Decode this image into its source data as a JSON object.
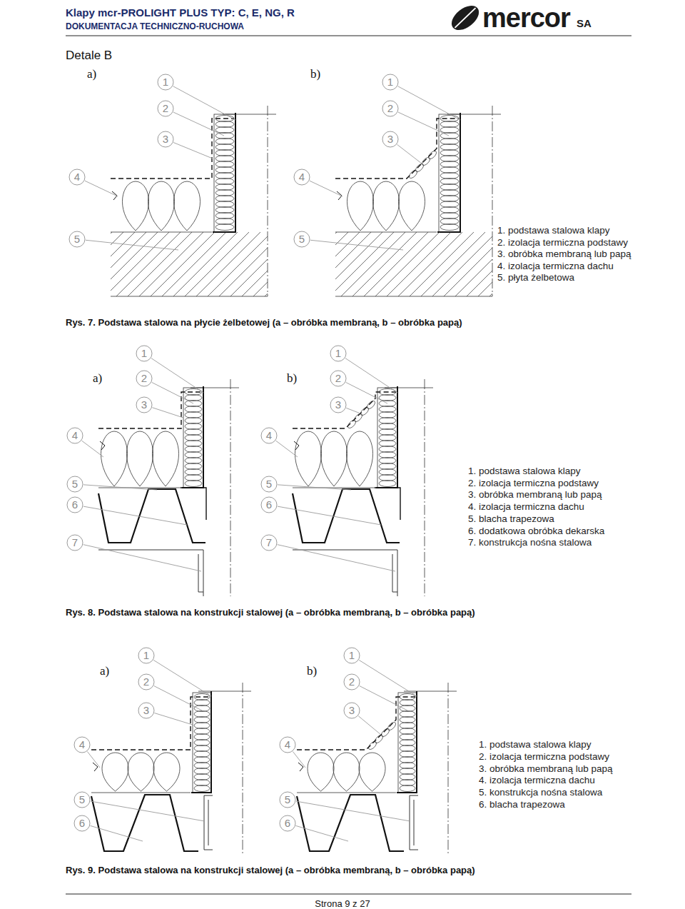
{
  "diagram": {
    "title": "Detale B",
    "labels": [
      "Klapy mcr-PROLIGHT PLUS TYP: C, E, NG, R",
      "DOKUMENTACJA TECHNICZNO-RUCHOWA",
      "mercor",
      "SA",
      "a)",
      "b)",
      "1",
      "2",
      "3",
      "4",
      "5",
      "1",
      "2",
      "3",
      "4",
      "5",
      "1. podstawa stalowa klapy",
      "2. izolacja termiczna podstawy",
      "3. obróbka membraną lub papą",
      "4. izolacja termiczna dachu",
      "5. płyta żelbetowa",
      "Rys. 7. Podstawa stalowa na płycie żelbetowej (a – obróbka membraną, b – obróbka papą)",
      "a)",
      "b)",
      "1",
      "2",
      "3",
      "4",
      "5",
      "6",
      "7",
      "1",
      "2",
      "3",
      "4",
      "5",
      "6",
      "7",
      "1. podstawa stalowa klapy",
      "2. izolacja termiczna podstawy",
      "3. obróbka membraną lub papą",
      "4. izolacja termiczna dachu",
      "5. blacha trapezowa",
      "6. dodatkowa obróbka dekarska",
      "7. konstrukcja nośna stalowa",
      "Rys. 8. Podstawa stalowa na konstrukcji stalowej (a – obróbka membraną, b – obróbka papą)",
      "a)",
      "b)",
      "1",
      "2",
      "3",
      "4",
      "5",
      "6",
      "1",
      "2",
      "3",
      "4",
      "5",
      "6",
      "1. podstawa stalowa klapy",
      "2. izolacja termiczna podstawy",
      "3. obróbka membraną lub papą",
      "4. izolacja termiczna dachu",
      "5. konstrukcja nośna stalowa",
      "6. blacha trapezowa",
      "Rys. 9. Podstawa stalowa na konstrukcji stalowej (a – obróbka membraną, b – obróbka papą)",
      "Strona 9 z 27"
    ]
  }
}
